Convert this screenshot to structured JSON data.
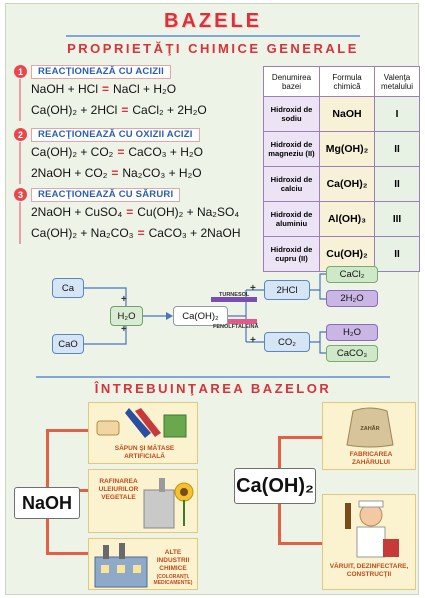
{
  "title": "BAZELE",
  "section1": "PROPRIETĂŢI CHIMICE GENERALE",
  "reactions": [
    {
      "num": "1",
      "title": "REACŢIONEAZĂ CU ACIZII",
      "eqs": [
        {
          "l": "NaOH + HCl",
          "r": "NaCl + H₂O"
        },
        {
          "l": "Ca(OH)₂ + 2HCl",
          "r": "CaCl₂ + 2H₂O"
        }
      ]
    },
    {
      "num": "2",
      "title": "REACŢIONEAZĂ CU OXIZII ACIZI",
      "eqs": [
        {
          "l": "Ca(OH)₂ + CO₂",
          "r": "CaCO₃ + H₂O"
        },
        {
          "l": "2NaOH + CO₂",
          "r": "Na₂CO₃ + H₂O"
        }
      ]
    },
    {
      "num": "3",
      "title": "REACŢIONEAZĂ CU SĂRURI",
      "eqs": [
        {
          "l": "2NaOH + CuSO₄",
          "r": "Cu(OH)₂ + Na₂SO₄"
        },
        {
          "l": "Ca(OH)₂ + Na₂CO₃",
          "r": "CaCO₃ + 2NaOH"
        }
      ]
    }
  ],
  "eq_sign": "=",
  "table": {
    "headers": [
      "Denumirea bazei",
      "Formula chimică",
      "Valenţa metalului"
    ],
    "rows": [
      {
        "name": "Hidroxid de sodiu",
        "formula": "NaOH",
        "valence": "I"
      },
      {
        "name": "Hidroxid de magneziu (II)",
        "formula": "Mg(OH)₂",
        "valence": "II"
      },
      {
        "name": "Hidroxid de calciu",
        "formula": "Ca(OH)₂",
        "valence": "II"
      },
      {
        "name": "Hidroxid de aluminiu",
        "formula": "Al(OH)₃",
        "valence": "III"
      },
      {
        "name": "Hidroxid de cupru (II)",
        "formula": "Cu(OH)₂",
        "valence": "II"
      }
    ]
  },
  "diagram": {
    "ca": "Ca",
    "cao": "CaO",
    "h2o": "H₂O",
    "caoh2": "Ca(OH)₂",
    "turnesol": "TURNESOL",
    "fenolftaleina": "FENOLFTALEINĂ",
    "hcl": "2HCl",
    "co2": "CO₂",
    "cacl2": "CaCl₂",
    "h2o_out1": "2H₂O",
    "h2o_out2": "H₂O",
    "caco3": "CaCO₃",
    "plus": "+"
  },
  "section2": "ÎNTREBUINŢAREA BAZELOR",
  "uses": {
    "naoh": "NaOH",
    "caoh2": "Ca(OH)₂",
    "naoh_uses": [
      "SĂPUN ŞI MĂTASE ARTIFICIALĂ",
      "RAFINAREA ULEIURILOR VEGETALE",
      "ALTE INDUSTRII CHIMICE"
    ],
    "naoh_sub": "(COLORANŢI, MEDICAMENTE)",
    "caoh2_uses": [
      "FABRICAREA ZAHĂRULUI",
      "VĂRUIT, DEZINFECTARE, CONSTRUCŢII"
    ],
    "sack_label": "ZAHĂR"
  },
  "colors": {
    "title_red": "#d8323a",
    "heading_blue": "#2a5fb0",
    "background": "#eef3e8",
    "tree_orange": "#e26045"
  }
}
